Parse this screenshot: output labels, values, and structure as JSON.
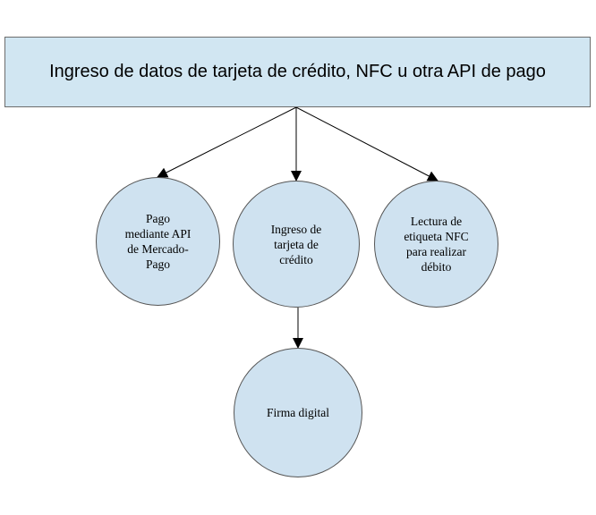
{
  "colors": {
    "box_fill": "#d1e6f2",
    "circle_fill": "#cfe2f0",
    "border": "#555555",
    "arrow": "#000000"
  },
  "top_box": {
    "label": "Ingreso de datos de tarjeta de crédito, NFC u otra API de pago"
  },
  "nodes": {
    "pago_mercadopago": {
      "label": "Pago mediante API de Mercado-Pago"
    },
    "ingreso_tarjeta": {
      "label": "Ingreso de tarjeta de crédito"
    },
    "lectura_nfc": {
      "label": "Lectura de etiqueta NFC para realizar débito"
    },
    "firma_digital": {
      "label": "Firma digital"
    }
  },
  "edges": [
    {
      "from": "top_box",
      "to": "pago_mercadopago"
    },
    {
      "from": "top_box",
      "to": "ingreso_tarjeta"
    },
    {
      "from": "top_box",
      "to": "lectura_nfc"
    },
    {
      "from": "ingreso_tarjeta",
      "to": "firma_digital"
    }
  ]
}
